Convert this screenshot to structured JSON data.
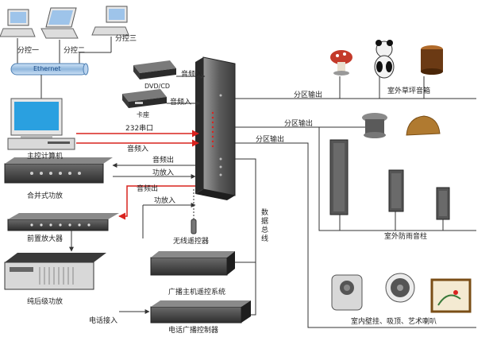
{
  "labels": {
    "client1": "分控一",
    "client2": "分控二",
    "client3": "分控三",
    "ethernet": "Ethernet",
    "dvd": "DVD/CD",
    "tape": "卡座",
    "audio_in_1": "音频入",
    "audio_in_2": "音频入",
    "port_232": "232串口",
    "host_pc": "主控计算机",
    "audio_in_3": "音频入",
    "audio_out_1": "音频出",
    "amp_in_1": "功放入",
    "audio_out_2": "音频出",
    "amp_in_2": "功放入",
    "mixer_amp": "合并式功放",
    "preamp": "前置放大器",
    "wireless_remote": "无线遥控器",
    "pure_amp": "纯后级功放",
    "broadcast_host_remote": "广播主机遥控系统",
    "phone_in": "电话接入",
    "phone_broadcast_ctrl": "电话广播控制器",
    "data_bus": "数据总线",
    "zone_out_1": "分区输出",
    "zone_out_2": "分区输出",
    "zone_out_3": "分区输出",
    "outdoor_lawn": "室外草坪音箱",
    "outdoor_column": "室外防雨音柱",
    "indoor_speakers": "室内壁挂、吸顶、艺术喇叭"
  },
  "colors": {
    "signal_red": "#d9231f",
    "line_dark": "#333333",
    "device_gray": "#4a4a4a"
  }
}
